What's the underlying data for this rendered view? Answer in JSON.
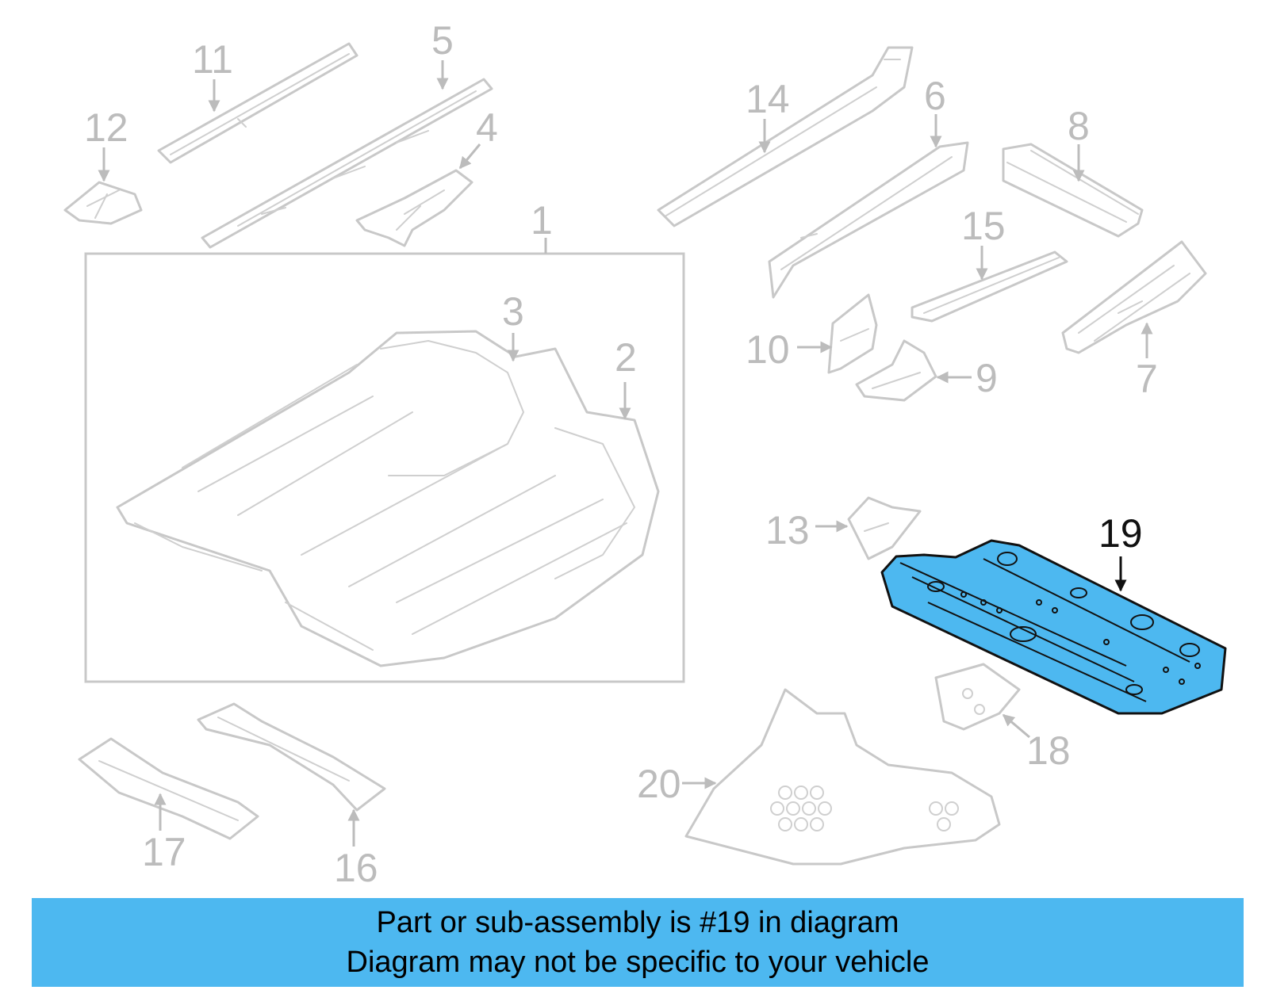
{
  "diagram": {
    "highlighted_part": "19",
    "highlight_color": "#4db8f0",
    "part_color": "#c8c8c8",
    "callouts": [
      "1",
      "2",
      "3",
      "4",
      "5",
      "6",
      "7",
      "8",
      "9",
      "10",
      "11",
      "12",
      "13",
      "14",
      "15",
      "16",
      "17",
      "18",
      "19",
      "20"
    ]
  },
  "banner": {
    "line1": "Part or sub-assembly is #19 in diagram",
    "line2": "Diagram may not be specific to your vehicle",
    "color": "#4db8f0"
  }
}
